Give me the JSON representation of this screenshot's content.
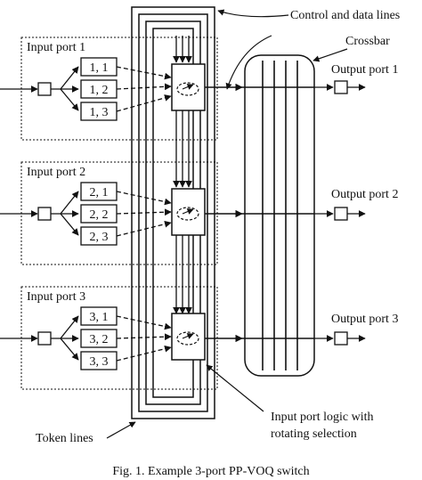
{
  "labels": {
    "control_and_data_lines": "Control and data lines",
    "crossbar": "Crossbar",
    "token_lines": "Token lines",
    "logic_line1": "Input port logic with",
    "logic_line2": "rotating selection"
  },
  "input_ports": [
    {
      "label": "Input port 1",
      "queues": [
        "1, 1",
        "1, 2",
        "1, 3"
      ]
    },
    {
      "label": "Input port 2",
      "queues": [
        "2, 1",
        "2, 2",
        "2, 3"
      ]
    },
    {
      "label": "Input port 3",
      "queues": [
        "3, 1",
        "3, 2",
        "3, 3"
      ]
    }
  ],
  "output_ports": [
    "Output port 1",
    "Output port 2",
    "Output port 3"
  ],
  "caption": "Fig. 1. Example 3-port PP-VOQ switch"
}
